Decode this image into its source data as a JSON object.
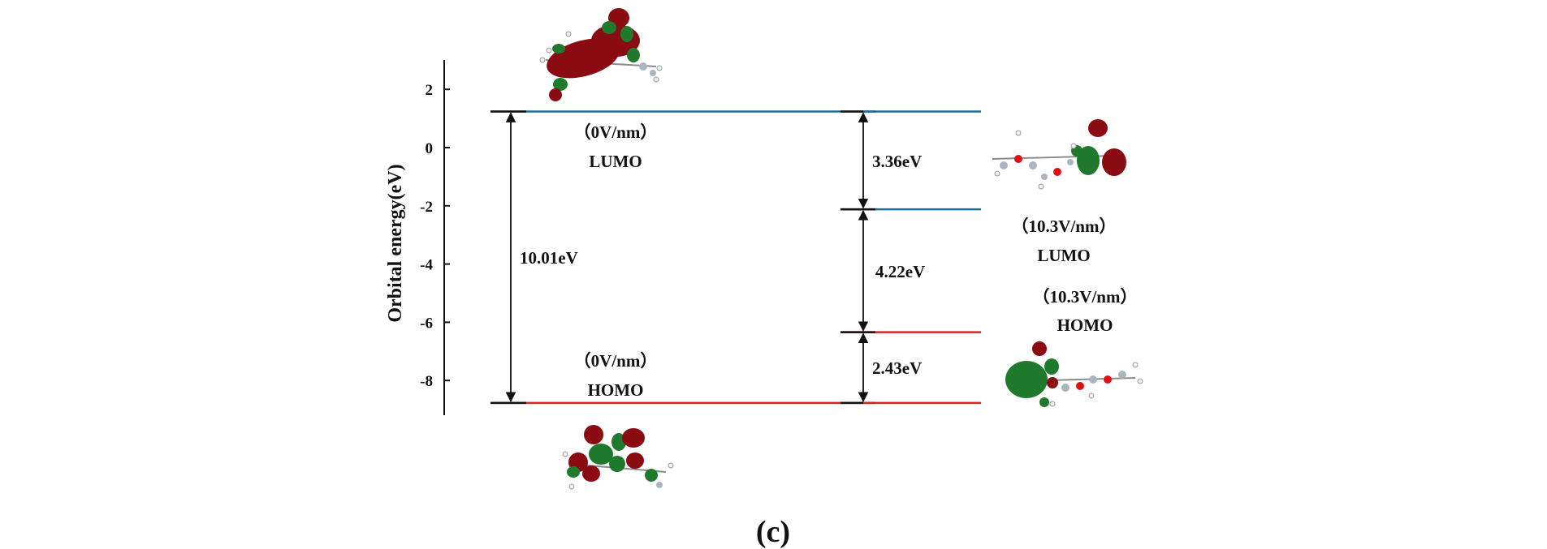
{
  "colors": {
    "lumo_line": "#1c6f9a",
    "homo_line": "#e02020",
    "axis": "#111111",
    "orbital_red": "#8b0b12",
    "orbital_green": "#1f7a2e",
    "atom_c": "#aab6bd",
    "atom_h": "#f2f2f2",
    "atom_o": "#e01010"
  },
  "chart_data": {
    "type": "energy-level diagram",
    "ylabel": "Orbital energy(eV)",
    "ylim": [
      -9.3,
      3
    ],
    "yticks": [
      2,
      0,
      -2,
      -4,
      -6,
      -8
    ],
    "grid": false,
    "levels": [
      {
        "id": "lumo_0",
        "energy": 1.24,
        "kind": "LUMO",
        "column": "left"
      },
      {
        "id": "homo_0",
        "energy": -8.77,
        "kind": "HOMO",
        "column": "left"
      },
      {
        "id": "lumo_103",
        "energy": -2.12,
        "kind": "LUMO",
        "column": "right"
      },
      {
        "id": "homo_103",
        "energy": -6.34,
        "kind": "HOMO",
        "column": "right"
      }
    ],
    "gaps": [
      {
        "from": -8.77,
        "to": 1.24,
        "label": "10.01eV"
      },
      {
        "from": -2.12,
        "to": 1.24,
        "label": "3.36eV"
      },
      {
        "from": -6.34,
        "to": -2.12,
        "label": "4.22eV"
      },
      {
        "from": -8.77,
        "to": -6.34,
        "label": "2.43eV"
      }
    ]
  },
  "labels": {
    "left_lumo_field": "（0V/nm）",
    "left_lumo_name": "LUMO",
    "left_homo_field": "（0V/nm）",
    "left_homo_name": "HOMO",
    "right_lumo_field": "（10.3V/nm）",
    "right_lumo_name": "LUMO",
    "right_homo_field": "（10.3V/nm）",
    "right_homo_name": "HOMO"
  },
  "caption": "(c)"
}
